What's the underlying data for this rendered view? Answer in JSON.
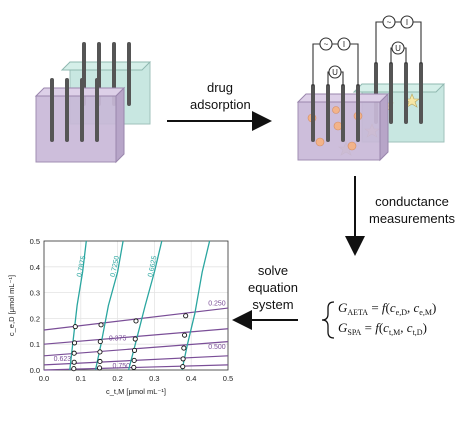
{
  "steps": {
    "drug_adsorption": [
      "drug",
      "adsorption"
    ],
    "conductance": [
      "conductance",
      "measurements"
    ],
    "solve": [
      "solve",
      "equation",
      "system"
    ]
  },
  "equations": {
    "aeta": {
      "G": "G",
      "sub": "AETA",
      "rhs_f": "f",
      "a": "c",
      "a_sub": "e,D",
      "b": "c",
      "b_sub": "e,M"
    },
    "spa": {
      "G": "G",
      "sub": "SPA",
      "rhs_f": "f",
      "a": "c",
      "a_sub": "t,M",
      "b": "c",
      "b_sub": "t,D"
    }
  },
  "circuit_symbols": {
    "ac_source": "~",
    "ammeter": "I",
    "voltmeter": "U"
  },
  "colors": {
    "purple_vessel": "#c9b9d8",
    "teal_vessel": "#bfe3dc",
    "teal_line": "#2aa6a0",
    "purple_line": "#7a4e97",
    "arrow": "#111111"
  },
  "chart_data": {
    "type": "line",
    "xlabel": "c_t,M [μmol mL⁻¹]",
    "ylabel": "c_e,D [μmol mL⁻¹]",
    "xlim": [
      0,
      0.5
    ],
    "ylim": [
      0,
      0.5
    ],
    "xticks": [
      "0.0",
      "0.1",
      "0.2",
      "0.3",
      "0.4",
      "0.5"
    ],
    "yticks": [
      "0.0",
      "0.1",
      "0.2",
      "0.3",
      "0.4",
      "0.5"
    ],
    "grid": true,
    "teal_curves": [
      {
        "label": "0.7875",
        "points": [
          [
            0.07,
            0.0
          ],
          [
            0.078,
            0.1
          ],
          [
            0.09,
            0.25
          ],
          [
            0.105,
            0.38
          ],
          [
            0.115,
            0.5
          ]
        ]
      },
      {
        "label": "0.7250",
        "points": [
          [
            0.14,
            0.0
          ],
          [
            0.155,
            0.1
          ],
          [
            0.175,
            0.25
          ],
          [
            0.2,
            0.38
          ],
          [
            0.215,
            0.5
          ]
        ]
      },
      {
        "label": "0.6625",
        "points": [
          [
            0.23,
            0.0
          ],
          [
            0.248,
            0.1
          ],
          [
            0.275,
            0.25
          ],
          [
            0.3,
            0.38
          ],
          [
            0.32,
            0.5
          ]
        ]
      },
      {
        "label": "",
        "points": [
          [
            0.375,
            0.0
          ],
          [
            0.39,
            0.1
          ],
          [
            0.41,
            0.22
          ],
          [
            0.43,
            0.38
          ],
          [
            0.45,
            0.5
          ]
        ]
      }
    ],
    "purple_lines": [
      {
        "label": "0.250",
        "y0": 0.155,
        "y1": 0.24
      },
      {
        "label": "0.375",
        "y0": 0.1,
        "y1": 0.16
      },
      {
        "label": "0.500",
        "y0": 0.055,
        "y1": 0.11
      },
      {
        "label": "0.623",
        "y0": 0.02,
        "y1": 0.055
      },
      {
        "label": "0.750",
        "y0": 0.0,
        "y1": 0.02
      }
    ],
    "points": [
      [
        0.085,
        0.168
      ],
      [
        0.155,
        0.175
      ],
      [
        0.25,
        0.19
      ],
      [
        0.385,
        0.21
      ],
      [
        0.083,
        0.105
      ],
      [
        0.153,
        0.11
      ],
      [
        0.248,
        0.12
      ],
      [
        0.382,
        0.135
      ],
      [
        0.082,
        0.065
      ],
      [
        0.152,
        0.07
      ],
      [
        0.246,
        0.076
      ],
      [
        0.38,
        0.085
      ],
      [
        0.082,
        0.03
      ],
      [
        0.152,
        0.033
      ],
      [
        0.245,
        0.037
      ],
      [
        0.378,
        0.043
      ],
      [
        0.081,
        0.005
      ],
      [
        0.151,
        0.008
      ],
      [
        0.244,
        0.01
      ],
      [
        0.377,
        0.013
      ]
    ]
  }
}
